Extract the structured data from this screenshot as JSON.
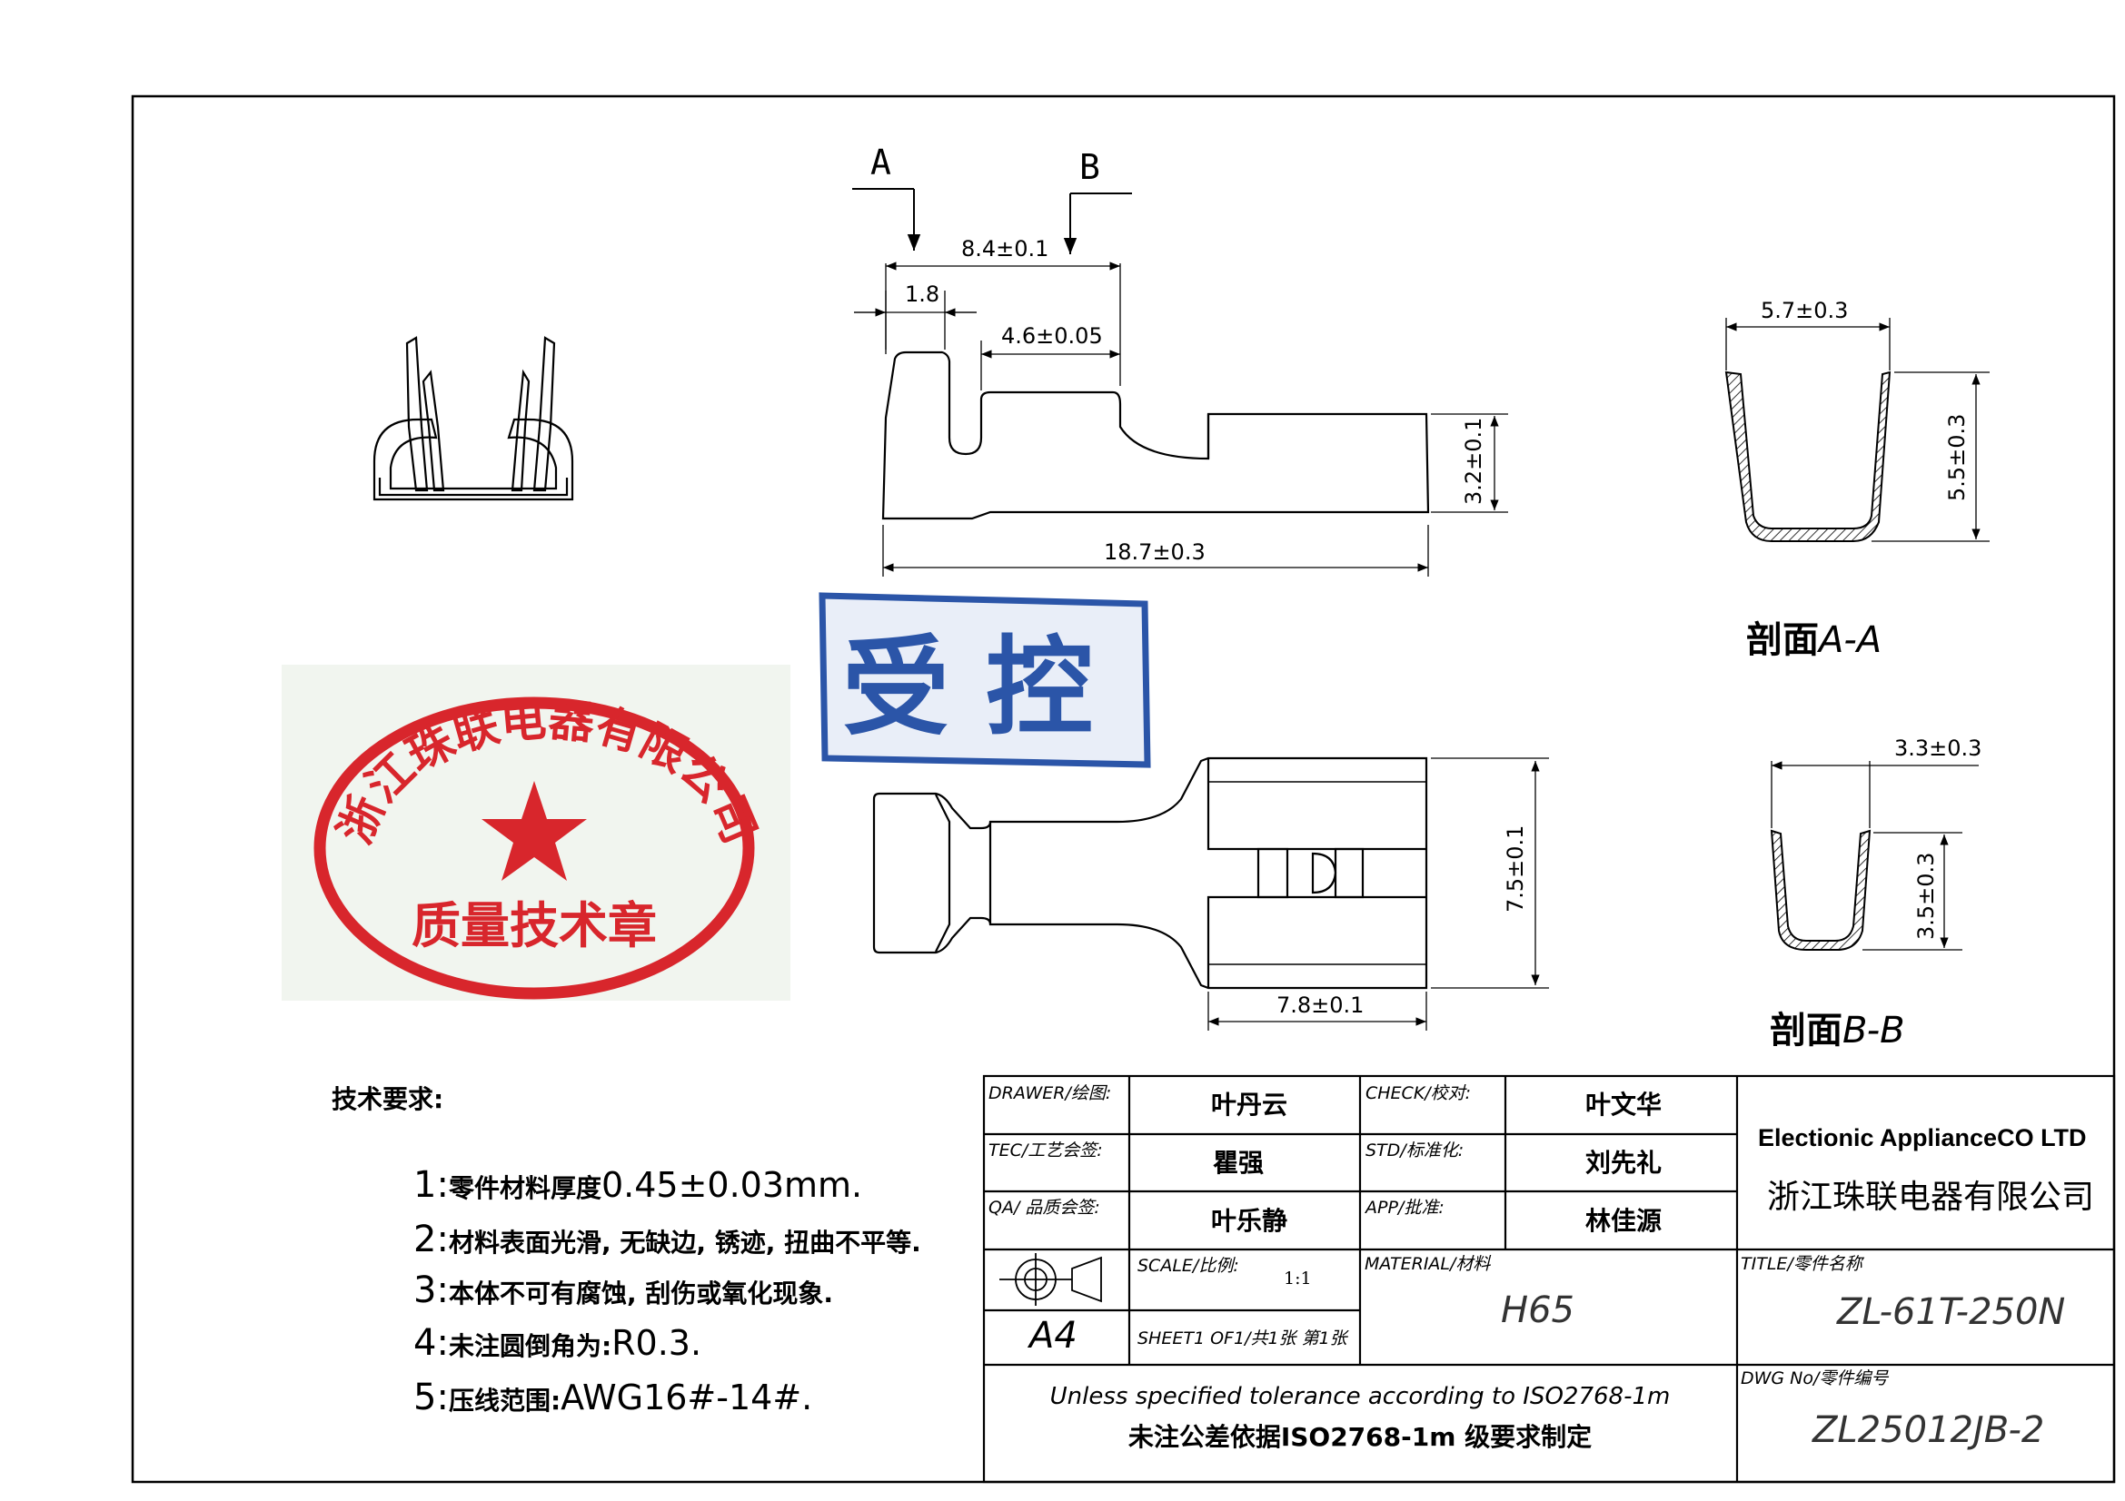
{
  "section_markers": {
    "a": "A",
    "b": "B"
  },
  "dimensions": {
    "d_8_4": "8.4±0.1",
    "d_1_8": "1.8",
    "d_4_6": "4.6±0.05",
    "d_3_2": "3.2±0.1",
    "d_18_7": "18.7±0.3",
    "d_7_5": "7.5±0.1",
    "d_7_8": "7.8±0.1",
    "d_5_7": "5.7±0.3",
    "d_5_5": "5.5±0.3",
    "d_3_3": "3.3±0.3",
    "d_3_5": "3.5±0.3"
  },
  "sections": {
    "aa_prefix": "剖面",
    "aa_suffix": "A-A",
    "bb_prefix": "剖面",
    "bb_suffix": "B-B"
  },
  "stamps": {
    "controlled": "受控",
    "company_ring": "浙江珠联电器有限公司",
    "quality": "质量技术章",
    "colors": {
      "blue": "#2b55a8",
      "red": "#d8262c"
    }
  },
  "notes": {
    "heading": "技术要求:",
    "items": [
      {
        "num": "1:",
        "text": "零件材料厚度",
        "value": "0.45±0.03mm."
      },
      {
        "num": "2:",
        "text": "材料表面光滑, 无缺边, 锈迹, 扭曲不平等.",
        "value": ""
      },
      {
        "num": "3:",
        "text": "本体不可有腐蚀, 刮伤或氧化现象.",
        "value": ""
      },
      {
        "num": "4:",
        "text": "未注圆倒角为:",
        "value": "R0.3."
      },
      {
        "num": "5:",
        "text": "压线范围:",
        "value": "AWG16#-14#."
      }
    ]
  },
  "title_block": {
    "drawer_label": "DRAWER/绘图:",
    "drawer": "叶丹云",
    "check_label": "CHECK/校对:",
    "check": "叶文华",
    "tec_label": "TEC/工艺会签:",
    "tec": "瞿强",
    "std_label": "STD/标准化:",
    "std": "刘先礼",
    "qa_label": "QA/ 品质会签:",
    "qa": "叶乐静",
    "app_label": "APP/批准:",
    "app": "林佳源",
    "company_en": "Electionic ApplianceCO LTD",
    "company_cn": "浙江珠联电器有限公司",
    "scale_label": "SCALE/比例:",
    "scale": "1:1",
    "material_label": "MATERIAL/材料",
    "material": "H65",
    "title_label": "TITLE/零件名称",
    "title": "ZL-61T-250N",
    "paper_size": "A4",
    "sheet": "SHEET1 OF1/共1张 第1张",
    "tolerance_en": "Unless specified tolerance according to ISO2768-1m",
    "tolerance_cn": "未注公差依据ISO2768-1m 级要求制定",
    "dwg_label": "DWG No/零件编号",
    "dwg": "ZL25012JB-2"
  }
}
